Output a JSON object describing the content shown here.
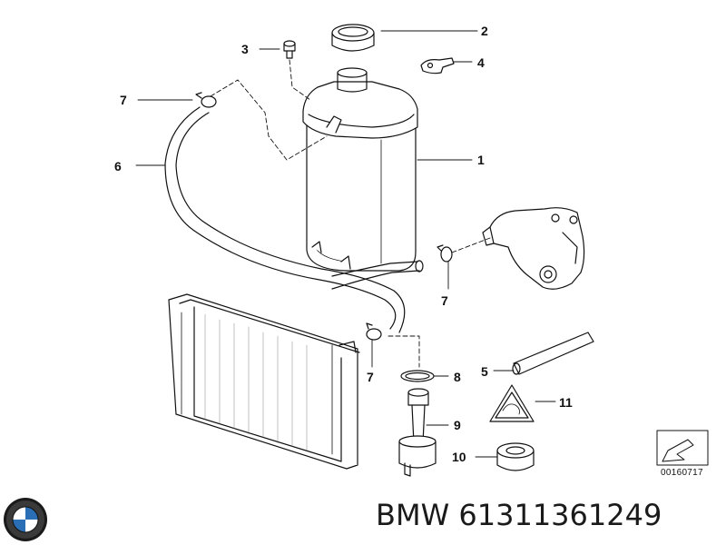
{
  "callouts": {
    "c1": "1",
    "c2": "2",
    "c3": "3",
    "c4": "4",
    "c5": "5",
    "c6": "6",
    "c7a": "7",
    "c7b": "7",
    "c7c": "7",
    "c8": "8",
    "c9": "9",
    "c10": "10",
    "c11": "11"
  },
  "diagram_code": "00160717",
  "brand": {
    "name": "BMW",
    "part_number": "61311361249",
    "logo_icon": "bmw-roundel-icon"
  },
  "colors": {
    "line": "#111111",
    "logo_blue": "#2a6fb5",
    "logo_ring": "#1a1a1a"
  }
}
